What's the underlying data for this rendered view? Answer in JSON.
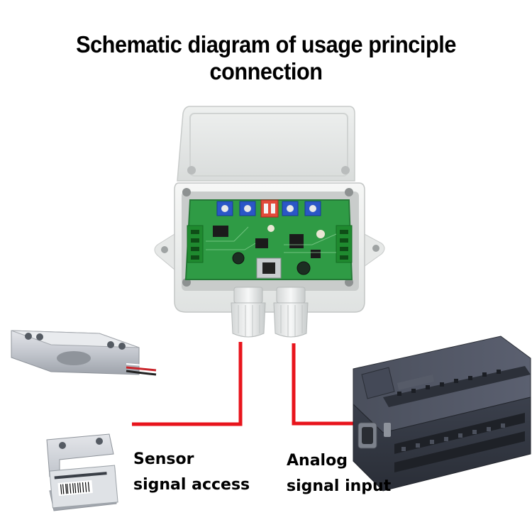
{
  "title": "Schematic diagram of usage principle connection",
  "labels": {
    "sensor_line1": "Sensor",
    "sensor_line2": "signal access",
    "analog_line1": "Analog",
    "analog_line2": "signal input"
  },
  "colors": {
    "wire": "#e8141c",
    "enclosure": "#eef0ef",
    "pcb": "#2f9b45",
    "potentiometer": "#2b56c7",
    "load_cell": "#c9ccd2",
    "plc": "#3a3f4c"
  }
}
